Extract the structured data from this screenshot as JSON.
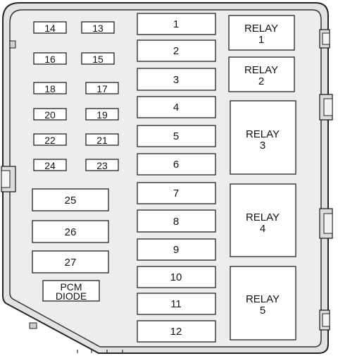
{
  "diagram": {
    "small_fuses": [
      {
        "id": "fuse-14",
        "label": "14"
      },
      {
        "id": "fuse-13",
        "label": "13"
      },
      {
        "id": "fuse-16",
        "label": "16"
      },
      {
        "id": "fuse-15",
        "label": "15"
      },
      {
        "id": "fuse-18",
        "label": "18"
      },
      {
        "id": "fuse-17",
        "label": "17"
      },
      {
        "id": "fuse-20",
        "label": "20"
      },
      {
        "id": "fuse-19",
        "label": "19"
      },
      {
        "id": "fuse-22",
        "label": "22"
      },
      {
        "id": "fuse-21",
        "label": "21"
      },
      {
        "id": "fuse-24",
        "label": "24"
      },
      {
        "id": "fuse-23",
        "label": "23"
      }
    ],
    "left_large_fuses": [
      {
        "id": "fuse-25",
        "label": "25"
      },
      {
        "id": "fuse-26",
        "label": "26"
      },
      {
        "id": "fuse-27",
        "label": "27"
      }
    ],
    "diode": {
      "line1": "PCM",
      "line2": "DIODE"
    },
    "center_fuses": [
      {
        "id": "fuse-1",
        "label": "1"
      },
      {
        "id": "fuse-2",
        "label": "2"
      },
      {
        "id": "fuse-3",
        "label": "3"
      },
      {
        "id": "fuse-4",
        "label": "4"
      },
      {
        "id": "fuse-5",
        "label": "5"
      },
      {
        "id": "fuse-6",
        "label": "6"
      },
      {
        "id": "fuse-7",
        "label": "7"
      },
      {
        "id": "fuse-8",
        "label": "8"
      },
      {
        "id": "fuse-9",
        "label": "9"
      },
      {
        "id": "fuse-10",
        "label": "10"
      },
      {
        "id": "fuse-11",
        "label": "11"
      },
      {
        "id": "fuse-12",
        "label": "12"
      }
    ],
    "relays": [
      {
        "id": "relay-1",
        "line1": "RELAY",
        "line2": "1"
      },
      {
        "id": "relay-2",
        "line1": "RELAY",
        "line2": "2"
      },
      {
        "id": "relay-3",
        "line1": "RELAY",
        "line2": "3"
      },
      {
        "id": "relay-4",
        "line1": "RELAY",
        "line2": "4"
      },
      {
        "id": "relay-5",
        "line1": "RELAY",
        "line2": "5"
      }
    ]
  }
}
